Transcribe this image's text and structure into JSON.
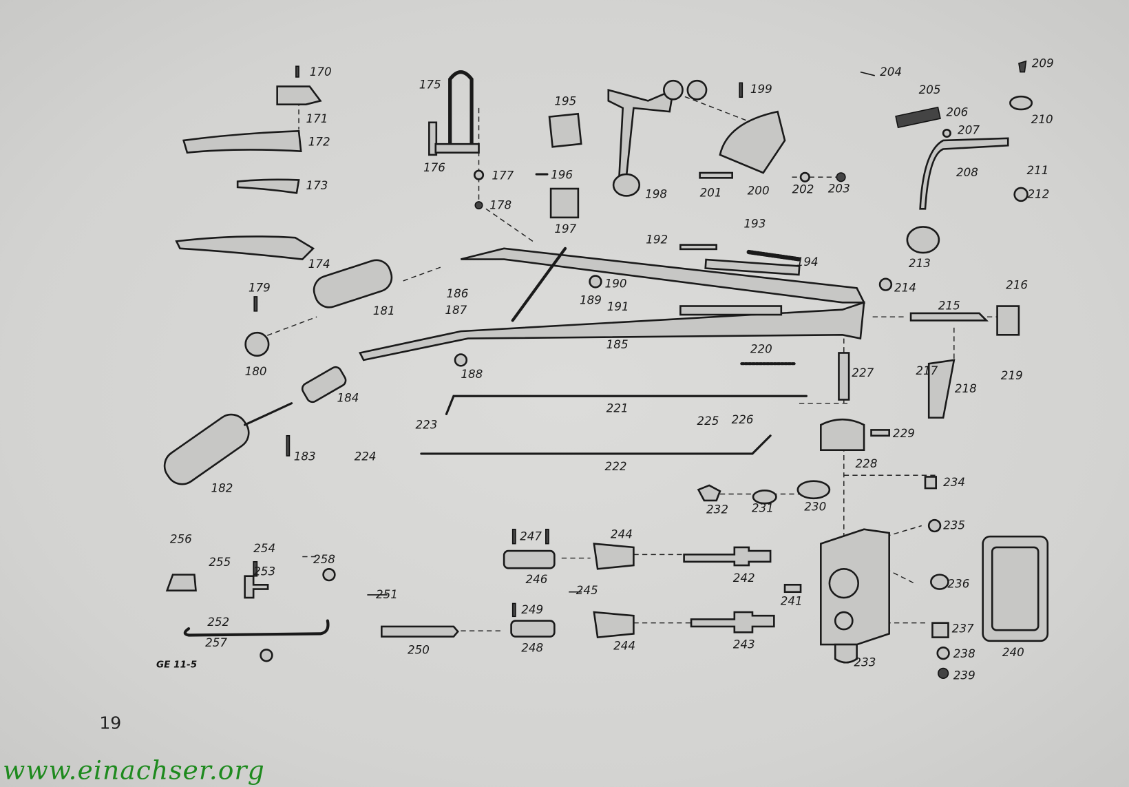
{
  "diagram": {
    "part_numbers": [
      "170",
      "171",
      "172",
      "173",
      "174",
      "175",
      "176",
      "177",
      "178",
      "179",
      "180",
      "181",
      "182",
      "183",
      "184",
      "185",
      "186",
      "187",
      "188",
      "189",
      "190",
      "191",
      "192",
      "193",
      "194",
      "195",
      "196",
      "197",
      "198",
      "199",
      "200",
      "201",
      "202",
      "203",
      "204",
      "205",
      "206",
      "207",
      "208",
      "209",
      "210",
      "211",
      "212",
      "213",
      "214",
      "215",
      "216",
      "217",
      "218",
      "219",
      "220",
      "221",
      "222",
      "223",
      "224",
      "225",
      "226",
      "227",
      "228",
      "229",
      "230",
      "231",
      "232",
      "233",
      "234",
      "235",
      "236",
      "237",
      "238",
      "239",
      "240",
      "241",
      "242",
      "243",
      "244",
      "244",
      "245",
      "246",
      "247",
      "248",
      "249",
      "250",
      "251",
      "252",
      "253",
      "254",
      "255",
      "256",
      "257",
      "258"
    ],
    "drawing_code": "GE 11-5",
    "page_number": "19"
  },
  "watermark": "www.einachser.org"
}
